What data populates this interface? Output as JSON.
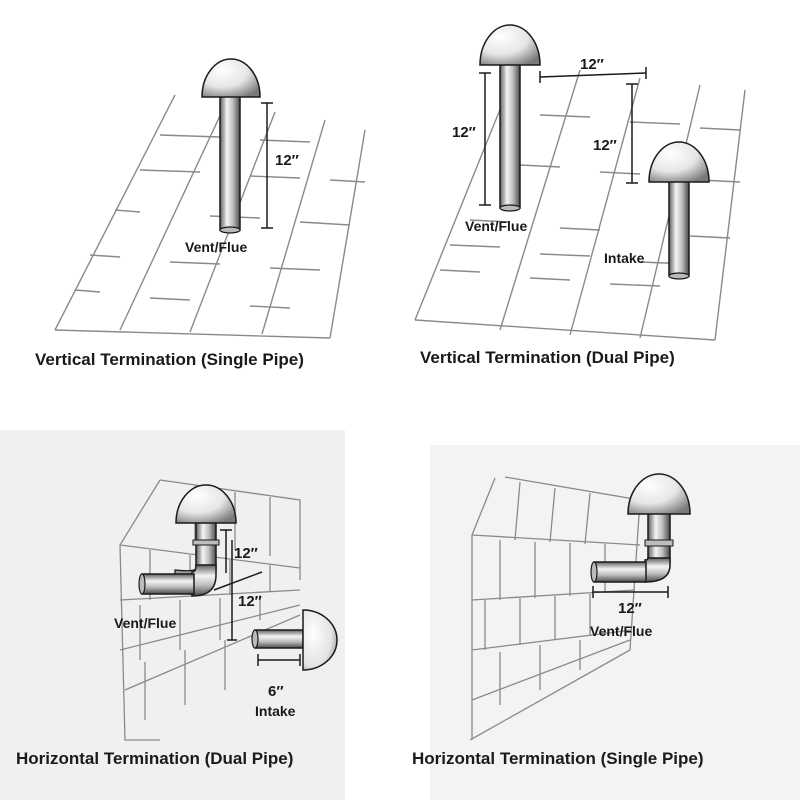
{
  "panels": [
    {
      "id": "vertical-single",
      "caption": "Vertical Termination (Single Pipe)",
      "labels": {
        "vent": "Vent/Flue",
        "height": "12″"
      }
    },
    {
      "id": "vertical-dual",
      "caption": "Vertical Termination (Dual Pipe)",
      "labels": {
        "vent": "Vent/Flue",
        "intake": "Intake",
        "vent_height": "12″",
        "separation": "12″",
        "intake_offset": "12″"
      }
    },
    {
      "id": "horizontal-dual",
      "caption": "Horizontal Termination (Dual Pipe)",
      "labels": {
        "vent": "Vent/Flue",
        "intake": "Intake",
        "upper": "12″",
        "lower": "12″",
        "intake_depth": "6″"
      }
    },
    {
      "id": "horizontal-single",
      "caption": "Horizontal Termination (Single Pipe)",
      "labels": {
        "vent": "Vent/Flue",
        "clearance": "12″"
      }
    }
  ],
  "colors": {
    "line": "#1a1a1a",
    "grid": "#8a8a8a",
    "pipe_light": "#f4f4f4",
    "pipe_dark": "#6a6a6a",
    "panel_bg": "#f1f1f1"
  }
}
